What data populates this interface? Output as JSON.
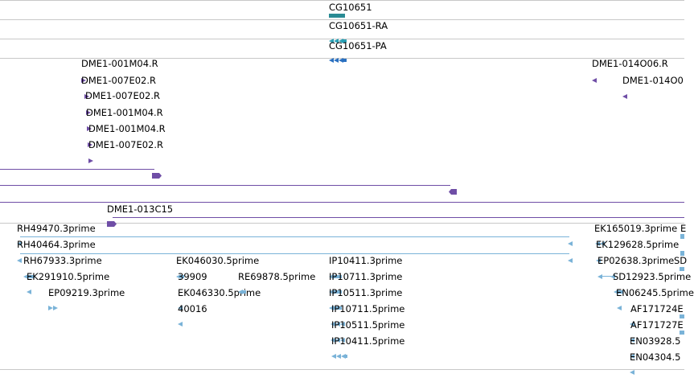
{
  "colors": {
    "gene": "#2a8b94",
    "transcript": "#2aa0b5",
    "protein": "#2a70c0",
    "clone": "#6f4ea6",
    "est": "#7ab3d8",
    "divider": "#c8c8c8"
  },
  "tracks": {
    "gene": {
      "label": "CG10651"
    },
    "transcript": {
      "label": "CG10651-RA"
    },
    "protein": {
      "label": "CG10651-PA"
    },
    "clones_left": [
      "DME1-001M04.R",
      "DME1-007E02.R",
      "DME1-007E02.R",
      "DME1-001M04.R",
      "DME1-001M04.R",
      "DME1-007E02.R"
    ],
    "clones_right": [
      "DME1-014O06.R",
      "DME1-014O0"
    ],
    "bac": {
      "label": "DME1-013C15"
    },
    "ests": {
      "row1": [
        "RH49470.3prime",
        "EK165019.3prime",
        "E"
      ],
      "row2": [
        "RH40464.3prime",
        "EK129628.5prime"
      ],
      "col_a": [
        "RH67933.3prime",
        "EK291910.5prime",
        "EP09219.3prime"
      ],
      "col_b": [
        "EK046030.5prime",
        "39909",
        "EK046330.5prime",
        "40016"
      ],
      "col_c": [
        "RE69878.5prime"
      ],
      "col_d": [
        "IP10411.3prime",
        "IP10711.3prime",
        "IP10511.3prime",
        "IP10711.5prime",
        "IP10511.5prime",
        "IP10411.5prime"
      ],
      "col_e": [
        "EP02638.3prime",
        "SD12923.5prime",
        "EN06245.5prime",
        "AF171724E",
        "AF171727E",
        "EN03928.5",
        "EN04304.5"
      ],
      "col_e_extra": [
        "SD"
      ]
    }
  }
}
